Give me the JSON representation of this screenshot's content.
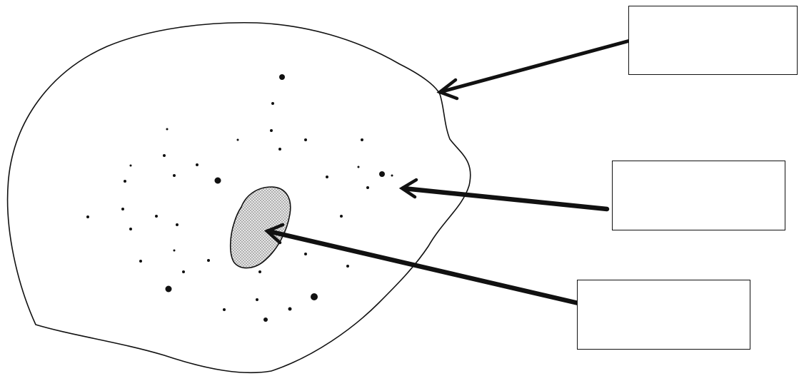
{
  "diagram": {
    "labels": [
      {
        "id": "membrane",
        "text": ""
      },
      {
        "id": "cytoplasm",
        "text": ""
      },
      {
        "id": "nucleus",
        "text": ""
      }
    ]
  },
  "colors": {
    "outline": "#111111",
    "nucleus_fill": "#c8c8c8",
    "background": "#ffffff"
  }
}
